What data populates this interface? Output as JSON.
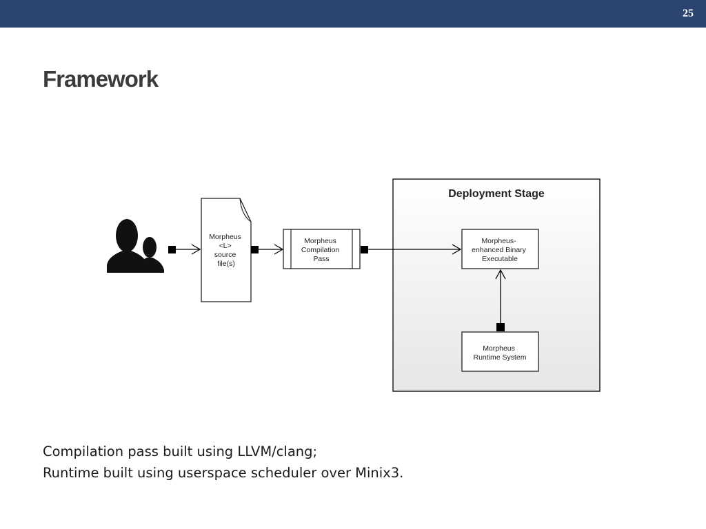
{
  "header": {
    "page_number": "25"
  },
  "slide": {
    "title": "Framework"
  },
  "diagram": {
    "deployment_stage_title": "Deployment Stage",
    "source_file": {
      "lines": [
        "Morpheus",
        "<L>",
        "source",
        "file(s)"
      ]
    },
    "compilation_pass": {
      "lines": [
        "Morpheus",
        "Compilation",
        "Pass"
      ]
    },
    "binary_executable": {
      "lines": [
        "Morpheus-",
        "enhanced Binary",
        "Executable"
      ]
    },
    "runtime_system": {
      "lines": [
        "Morpheus",
        "Runtime System"
      ]
    },
    "icons": {
      "users": "user-silhouettes-icon"
    },
    "colors": {
      "header_bar": "#2c4470",
      "stage_gradient_top": "#ffffff",
      "stage_gradient_bottom": "#e6e6e6"
    }
  },
  "caption": {
    "line1": "Compilation pass built using LLVM/clang;",
    "line2": "Runtime built using userspace scheduler over Minix3."
  }
}
